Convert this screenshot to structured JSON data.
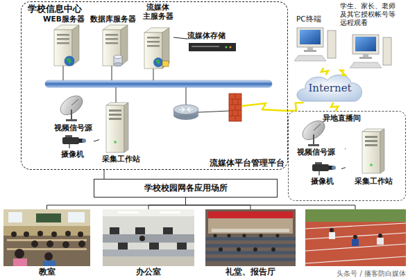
{
  "diagram": {
    "nodes": [
      {
        "text": [
          "学校信息中心",
          "流媒体平台管理平台"
        ]
      },
      {
        "text": [
          "WEB服务器"
        ],
        "in": 0
      },
      {
        "text": [
          "数据库服务器"
        ],
        "in": 0
      },
      {
        "text": [
          "流媒体 主服务器"
        ],
        "in": 0
      },
      {
        "text": [
          "流媒体存储"
        ],
        "in": 0
      },
      {
        "text": [
          "视频信号源"
        ],
        "in": 0
      },
      {
        "text": [
          "摄像机"
        ],
        "in": 0
      },
      {
        "text": [
          "采集工作站"
        ],
        "in": 0
      },
      {
        "text": [
          "PC终端"
        ]
      },
      {
        "text": [
          "学生、家长、老师 及其它授权帐号等 远程观看"
        ]
      },
      {
        "text": [
          "Internet"
        ]
      },
      {
        "text": [
          "异地直播间"
        ]
      },
      {
        "text": [
          "视频信号源"
        ],
        "in": 11
      },
      {
        "text": [
          "摄像机"
        ],
        "in": 11
      },
      {
        "text": [
          "采集工作站"
        ],
        "in": 11
      },
      {
        "text": [
          "学校校园网各应用场所"
        ]
      },
      {
        "text": [
          "教室"
        ]
      },
      {
        "text": [
          "办公室"
        ]
      },
      {
        "text": [
          "礼堂、报告厅"
        ]
      }
    ],
    "edges": [
      {
        "from": 3,
        "to": 4,
        "arrow": "none"
      },
      {
        "from": 5,
        "to": 7,
        "arrow": "none"
      },
      {
        "from": 6,
        "to": 7,
        "arrow": "none"
      },
      {
        "from": 0,
        "to": 10,
        "arrow": "none"
      },
      {
        "from": 10,
        "to": 8,
        "arrow": "none"
      },
      {
        "from": 10,
        "to": 9,
        "arrow": "none"
      },
      {
        "from": 10,
        "to": 11,
        "arrow": "none"
      },
      {
        "from": 12,
        "to": 14,
        "arrow": "none"
      },
      {
        "from": 13,
        "to": 14,
        "arrow": "none"
      },
      {
        "from": 0,
        "to": 15,
        "arrow": "none"
      },
      {
        "from": 15,
        "to": 16,
        "arrow": "none"
      },
      {
        "from": 15,
        "to": 17,
        "arrow": "none"
      },
      {
        "from": 15,
        "to": 18,
        "arrow": "none"
      }
    ],
    "labels": [
      "头条号 / 播客防白媒体"
    ]
  }
}
